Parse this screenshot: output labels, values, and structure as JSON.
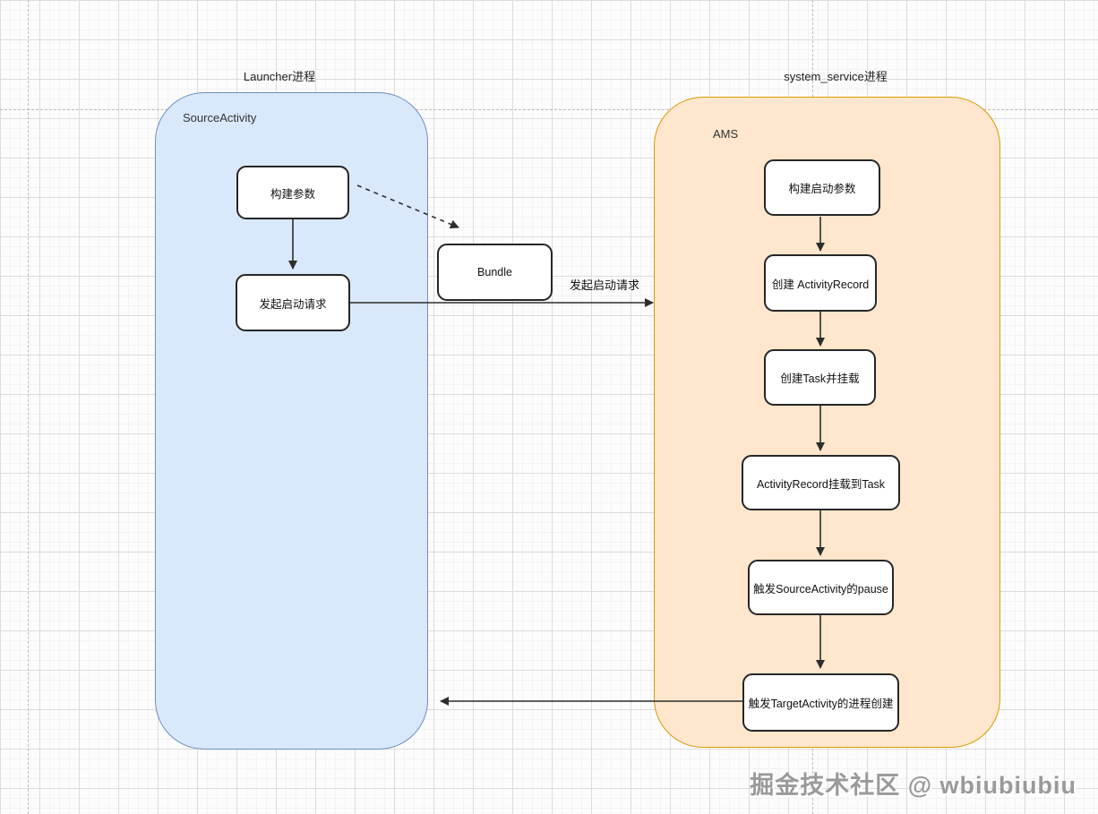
{
  "diagram": {
    "lane_titles": {
      "left": "Launcher进程",
      "right": "system_service进程"
    },
    "containers": {
      "left": {
        "label": "SourceActivity",
        "fill": "#dae8fc",
        "border": "#6c8ebf"
      },
      "right": {
        "label": "AMS",
        "fill": "#ffe6cc",
        "border": "#d79b00"
      }
    },
    "nodes": {
      "left": [
        {
          "label": "构建参数"
        },
        {
          "label": "发起启动请求"
        }
      ],
      "middle": [
        {
          "label": "Bundle"
        }
      ],
      "right": [
        {
          "label": "构建启动参数"
        },
        {
          "label": "创建 ActivityRecord"
        },
        {
          "label": "创建Task并挂载"
        },
        {
          "label": "ActivityRecord挂载到Task"
        },
        {
          "label": "触发SourceActivity的pause"
        },
        {
          "label": "触发TargetActivity的进程创建"
        }
      ]
    },
    "edge_labels": [
      {
        "text": "发起启动请求"
      }
    ],
    "arrow_color": "#2d2d2d"
  },
  "watermark": {
    "text": "掘金技术社区 @ wbiubiubiu"
  }
}
